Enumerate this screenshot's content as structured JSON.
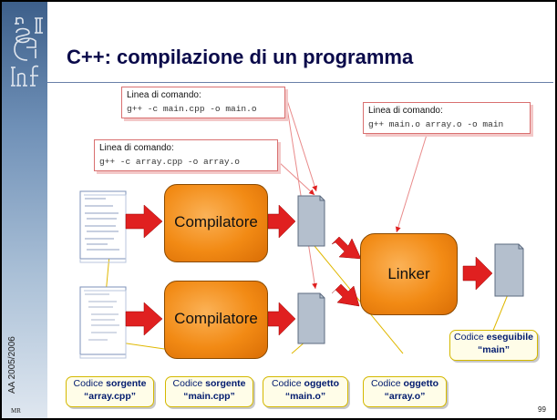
{
  "sidebar": {
    "logo_text": "Inf Gen II",
    "academic_year": "AA 2005/2006",
    "author_initials": "MR"
  },
  "slide": {
    "title": "C++: compilazione di un programma",
    "page_number": "99"
  },
  "commands": [
    {
      "label": "Linea di comando:",
      "command": "g++ -c main.cpp -o main.o"
    },
    {
      "label": "Linea di comando:",
      "command": "g++ main.o array.o -o main"
    },
    {
      "label": "Linea di comando:",
      "command": "g++ -c array.cpp -o array.o"
    }
  ],
  "blocks": {
    "compiler_top": "Compilatore",
    "compiler_bottom": "Compilatore",
    "linker": "Linker"
  },
  "captions": {
    "src_array": {
      "prefix": "Codice ",
      "bold": "sorgente",
      "name": "“array.cpp”"
    },
    "src_main": {
      "prefix": "Codice ",
      "bold": "sorgente",
      "name": "“main.cpp”"
    },
    "obj_main": {
      "prefix": "Codice ",
      "bold": "oggetto",
      "name": "“main.o”"
    },
    "obj_array": {
      "prefix": "Codice ",
      "bold": "oggetto",
      "name": "“array.o”"
    },
    "exe_main": {
      "prefix": "Codice ",
      "bold": "eseguibile",
      "name": "“main”"
    }
  },
  "colors": {
    "accent": "#f28a14",
    "arrow": "#e02020",
    "caption_border": "#d4b800",
    "title": "#0a0a4a"
  }
}
